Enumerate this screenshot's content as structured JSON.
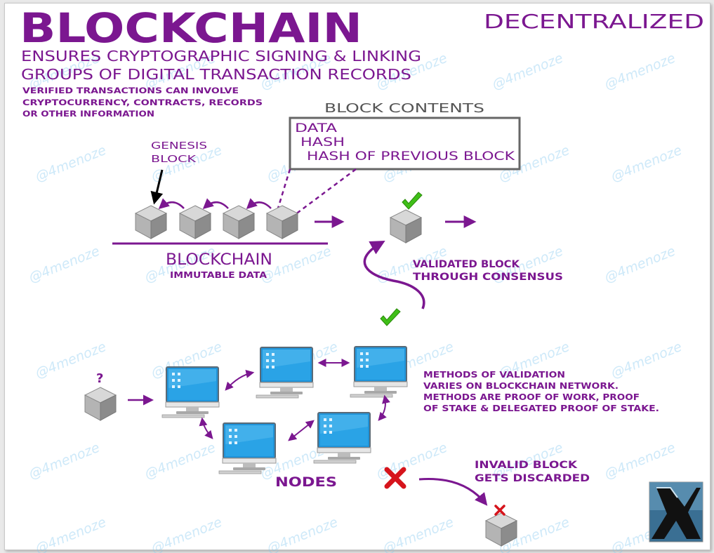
{
  "header": {
    "title": "BLOCKCHAIN",
    "subtitle_line1": "ENSURES CRYPTOGRAPHIC SIGNING & LINKING",
    "subtitle_line2": "GROUPS OF DIGITAL TRANSACTION RECORDS",
    "note_line1": "VERIFIED TRANSACTIONS CAN INVOLVE",
    "note_line2": "CRYPTOCURRENCY,  CONTRACTS, RECORDS",
    "note_line3": "OR OTHER INFORMATION",
    "corner_label": "DECENTRALIZED"
  },
  "block_contents": {
    "heading": "BLOCK CONTENTS",
    "item1": "DATA",
    "item2": "HASH",
    "item3": "HASH OF PREVIOUS BLOCK"
  },
  "chain": {
    "genesis_line1": "GENESIS",
    "genesis_line2": "BLOCK",
    "label": "BLOCKCHAIN",
    "sublabel": "IMMUTABLE DATA"
  },
  "validation": {
    "line1": "VALIDATED BLOCK",
    "line2": "THROUGH CONSENSUS"
  },
  "nodes": {
    "unknown_block_mark": "?",
    "label": "NODES",
    "methods_line1": "METHODS OF VALIDATION",
    "methods_line2": "VARIES ON BLOCKCHAIN NETWORK.",
    "methods_line3": "METHODS ARE PROOF OF WORK, PROOF",
    "methods_line4": "OF STAKE & DELEGATED PROOF OF STAKE."
  },
  "invalid": {
    "line1": "INVALID BLOCK",
    "line2": "GETS DISCARDED"
  },
  "watermark": "@4menoze",
  "colors": {
    "purple": "#7b1790",
    "deep_purple": "#6f0f84",
    "green_check": "#44c21c",
    "red_x": "#d6141c",
    "box_border": "#666666",
    "monitor_blue": "#1d8fd6"
  },
  "icons": [
    "cube-icon",
    "checkmark-icon",
    "x-mark-icon",
    "computer-monitor-icon",
    "logo-x-icon"
  ]
}
